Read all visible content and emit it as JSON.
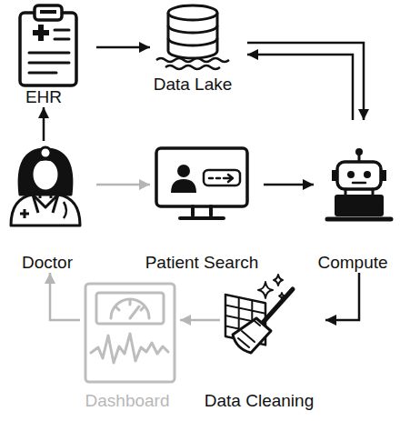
{
  "diagram": {
    "nodes": [
      {
        "text": [
          "EHR"
        ]
      },
      {
        "text": [
          "Data Lake"
        ]
      },
      {
        "text": [
          "Doctor"
        ]
      },
      {
        "text": [
          "Patient Search"
        ]
      },
      {
        "text": [
          "Compute"
        ]
      },
      {
        "text": [
          "Dashboard"
        ]
      },
      {
        "text": [
          "Data Cleaning"
        ]
      }
    ],
    "edges": [
      {
        "from": 0,
        "to": 1,
        "arrow": "to"
      },
      {
        "from": 1,
        "to": 4,
        "arrow": "to"
      },
      {
        "from": 4,
        "to": 1,
        "arrow": "to"
      },
      {
        "from": 2,
        "to": 0,
        "arrow": "to"
      },
      {
        "from": 2,
        "to": 3,
        "arrow": "to"
      },
      {
        "from": 3,
        "to": 4,
        "arrow": "to"
      },
      {
        "from": 4,
        "to": 6,
        "arrow": "to"
      },
      {
        "from": 6,
        "to": 5,
        "arrow": "to"
      },
      {
        "from": 5,
        "to": 2,
        "arrow": "to"
      }
    ]
  }
}
